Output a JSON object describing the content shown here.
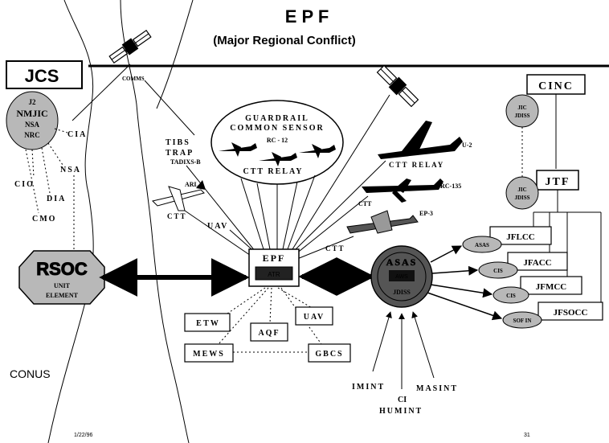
{
  "title": "E P F",
  "subtitle": "(Major Regional Conflict)",
  "footer": {
    "date": "1/22/96",
    "page": "31"
  },
  "colors": {
    "ink": "#000000",
    "paper": "#ffffff",
    "shade": "#b8b8b8",
    "dark": "#222222"
  },
  "conus_label": "CONUS",
  "jcs": {
    "label": "JCS",
    "seal_lines": [
      "J2",
      "NMJIC",
      "NSA",
      "NRC"
    ],
    "agencies": {
      "cia": "CIA",
      "nsa": "NSA",
      "cio": "CIO",
      "dia": "DIA",
      "cmo": "CMO"
    }
  },
  "comms_label": "COMMS",
  "rsoc": {
    "label": "RSOC",
    "sub": "UNIT",
    "sub2": "ELEMENT"
  },
  "guardrail": {
    "line1": "GUARDRAIL",
    "line2": "COMMON SENSOR",
    "line3": "RC - 12",
    "line4": "CTT RELAY"
  },
  "sensors": {
    "tibs": "TIBS",
    "trap": "TRAP",
    "tadixs": "TADIXS-B",
    "arl": "ARL",
    "ctt_arl": "CTT",
    "uav": "UAV",
    "u2": "U-2",
    "ctt_relay_u2": "CTT RELAY",
    "rc135": "RC-135",
    "ctt_rc135": "CTT",
    "ep3": "EP-3",
    "ctt_ep3": "CTT"
  },
  "epf": {
    "label": "EPF",
    "inner": "ATR"
  },
  "ground": {
    "etw": "E T W",
    "aqf": "AQF",
    "uav": "UAV",
    "mews": "MEWS",
    "gbcs": "GBCS"
  },
  "asas": {
    "label": "ASAS",
    "inner": "AWS",
    "sub": "JDISS"
  },
  "intel": {
    "imint": "IMINT",
    "ci": "CI",
    "humint": "HUMINT",
    "masint": "MASINT"
  },
  "command": {
    "cinc": "CINC",
    "cinc_seal": [
      "JIC",
      "JDISS"
    ],
    "jtf": "JTF",
    "jtf_seal": [
      "JIC",
      "JDISS"
    ],
    "components": [
      "JFLCC",
      "JFACC",
      "JFMCC",
      "JFSOCC"
    ],
    "ovals": [
      "ASAS",
      "CIS",
      "CIS",
      "SOF IN"
    ]
  }
}
